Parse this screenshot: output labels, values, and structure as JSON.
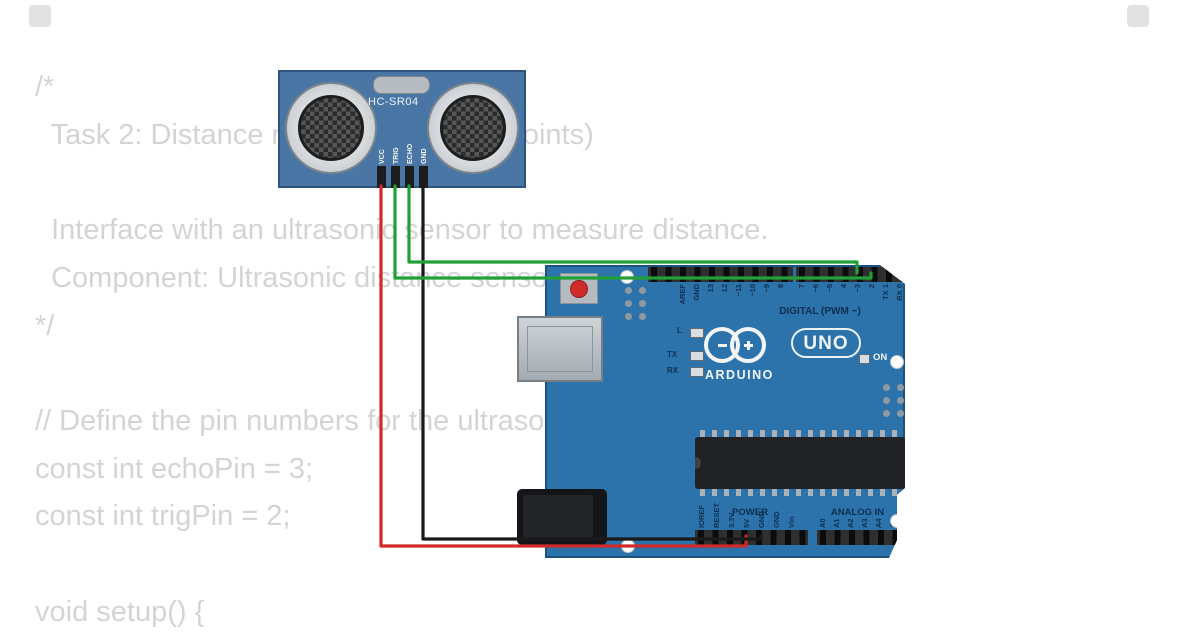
{
  "ui": {
    "background": "#ffffff",
    "watermark_color": "#d4d4d4"
  },
  "code": {
    "text": "/*\n  Task 2: Distance measurement (30 points)\n\n  Interface with an ultrasonic sensor to measure distance.\n  Component: Ultrasonic distance sensor HC-SR04\n*/\n\n// Define the pin numbers for the ultrasonic sensor\nconst int echoPin = 3;\nconst int trigPin = 2;\n\nvoid setup() {"
  },
  "sensor": {
    "label": "HC-SR04",
    "board_color": "#4a76a6",
    "pins": [
      "VCC",
      "TRIG",
      "ECHO",
      "GND"
    ]
  },
  "arduino": {
    "board_color": "#2c72ab",
    "digital_section_label": "DIGITAL (PWM ~)",
    "digital_pins": [
      "AREF",
      "GND",
      "13",
      "12",
      "~11",
      "~10",
      "~9",
      "8",
      "7",
      "~6",
      "~5",
      "4",
      "~3",
      "2",
      "TX 1",
      "RX 0"
    ],
    "led_labels": {
      "l": "L",
      "tx": "TX",
      "rx": "RX"
    },
    "brand": "ARDUINO",
    "model": "UNO",
    "on_label": "ON",
    "power_section_label": "POWER",
    "power_pins": [
      "IOREF",
      "RESET",
      "3.3V",
      "5V",
      "GND",
      "GND",
      "Vin"
    ],
    "analog_section_label": "ANALOG IN",
    "analog_pins": [
      "A0",
      "A1",
      "A2",
      "A3",
      "A4",
      "A5"
    ]
  },
  "wires": {
    "vcc": {
      "color": "#d02a2a",
      "from": "VCC",
      "to": "5V"
    },
    "trig": {
      "color": "#21a038",
      "from": "TRIG",
      "to": "2"
    },
    "echo": {
      "color": "#21a038",
      "from": "ECHO",
      "to": "3"
    },
    "gnd": {
      "color": "#1a1a1a",
      "from": "GND",
      "to": "GND"
    }
  }
}
